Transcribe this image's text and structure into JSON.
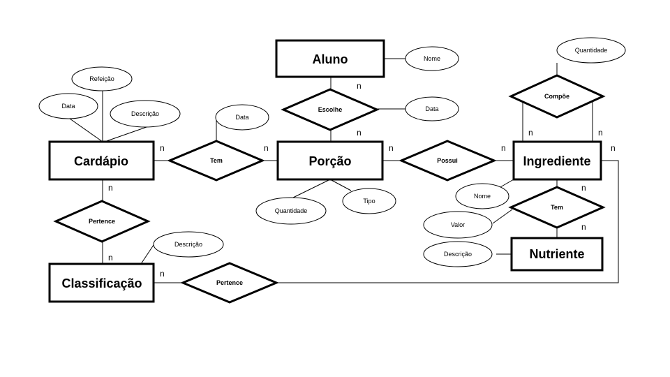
{
  "entities": {
    "aluno": "Aluno",
    "cardapio": "Cardápio",
    "porcao": "Porção",
    "ingrediente": "Ingrediente",
    "classificacao": "Classificação",
    "nutriente": "Nutriente"
  },
  "relationships": {
    "escolhe": "Escolhe",
    "tem_cardapio": "Tem",
    "possui": "Possui",
    "compoe": "Compõe",
    "pertence_cardapio": "Pertence",
    "tem_ingrediente": "Tem",
    "pertence_classificacao": "Pertence"
  },
  "attributes": {
    "aluno_nome": "Nome",
    "escolhe_data": "Data",
    "cardapio_refeicao": "Refeição",
    "cardapio_data": "Data",
    "cardapio_descricao": "Descrição",
    "tem_data": "Data",
    "porcao_quantidade": "Quantidade",
    "porcao_tipo": "Tipo",
    "compoe_quantidade": "Quantidade",
    "ingrediente_nome": "Nome",
    "tem_valor": "Valor",
    "nutriente_descricao": "Descrição",
    "classificacao_descricao": "Descrição"
  },
  "cardinalities": {
    "aluno_escolhe": "n",
    "escolhe_porcao": "n",
    "cardapio_tem": "n",
    "tem_porcao": "n",
    "porcao_possui": "n",
    "possui_ingrediente": "n",
    "compoe_left": "n",
    "compoe_right": "n",
    "ingrediente_pertence": "n",
    "cardapio_pertence": "n",
    "pertence_classificacao": "n",
    "ingrediente_tem": "n",
    "tem_nutriente": "n",
    "classificacao_pertence": "n"
  }
}
